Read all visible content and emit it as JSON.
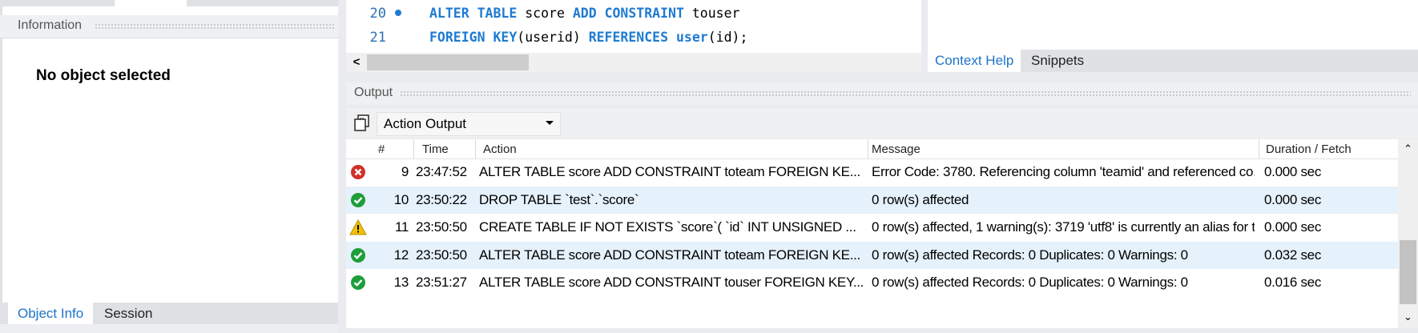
{
  "information": {
    "title": "Information",
    "no_selection": "No object selected"
  },
  "left_tabs": {
    "object_info": "Object Info",
    "session": "Session"
  },
  "editor": {
    "lines": [
      {
        "number": "20",
        "parts": [
          {
            "t": "ALTER TABLE",
            "k": true
          },
          {
            "t": " score ",
            "k": false
          },
          {
            "t": "ADD CONSTRAINT",
            "k": true
          },
          {
            "t": " touser",
            "k": false
          }
        ]
      },
      {
        "number": "21",
        "parts": [
          {
            "t": "FOREIGN KEY",
            "k": true
          },
          {
            "t": "(userid) ",
            "k": false
          },
          {
            "t": "REFERENCES",
            "k": true
          },
          {
            "t": " ",
            "k": false
          },
          {
            "t": "user",
            "k": true
          },
          {
            "t": "(id);",
            "k": false
          }
        ]
      }
    ],
    "scroll_left_glyph": "<"
  },
  "right_tabs": {
    "context_help": "Context Help",
    "snippets": "Snippets"
  },
  "output": {
    "title": "Output",
    "selector_value": "Action Output",
    "columns": {
      "num": "#",
      "time": "Time",
      "action": "Action",
      "message": "Message",
      "duration": "Duration / Fetch"
    },
    "rows": [
      {
        "status": "error",
        "num": "9",
        "time": "23:47:52",
        "action": "ALTER TABLE score ADD CONSTRAINT toteam FOREIGN KE...",
        "message": "Error Code: 3780. Referencing column 'teamid' and referenced co...",
        "duration": "0.000 sec"
      },
      {
        "status": "ok",
        "num": "10",
        "time": "23:50:22",
        "action": "DROP TABLE `test`.`score`",
        "message": "0 row(s) affected",
        "duration": "0.000 sec"
      },
      {
        "status": "warning",
        "num": "11",
        "time": "23:50:50",
        "action": "CREATE TABLE IF NOT EXISTS `score`(    `id` INT UNSIGNED ...",
        "message": "0 row(s) affected, 1 warning(s): 3719 'utf8' is currently an alias for t...",
        "duration": "0.000 sec"
      },
      {
        "status": "ok",
        "num": "12",
        "time": "23:50:50",
        "action": "ALTER TABLE score ADD CONSTRAINT toteam FOREIGN KE...",
        "message": "0 row(s) affected Records: 0  Duplicates: 0  Warnings: 0",
        "duration": "0.032 sec"
      },
      {
        "status": "ok",
        "num": "13",
        "time": "23:51:27",
        "action": "ALTER TABLE score ADD CONSTRAINT touser FOREIGN KEY...",
        "message": "0 row(s) affected Records: 0  Duplicates: 0  Warnings: 0",
        "duration": "0.016 sec"
      }
    ]
  },
  "colors": {
    "ok": "#1e9e3a",
    "error": "#d0312d",
    "warning": "#f2c200",
    "accent": "#1d74c8"
  }
}
